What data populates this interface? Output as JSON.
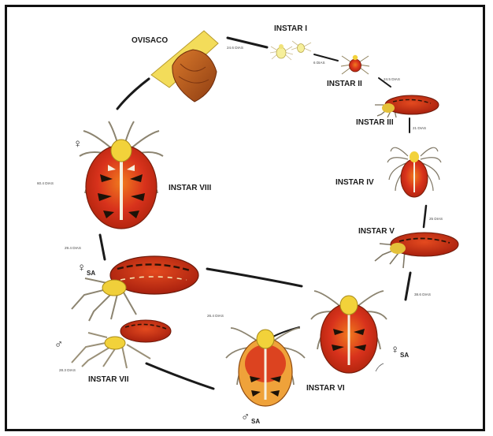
{
  "labels": {
    "ovisaco": "OVISACO",
    "instar_i": "INSTAR I",
    "instar_ii": "INSTAR II",
    "instar_iii": "INSTAR III",
    "instar_iv": "INSTAR IV",
    "instar_v": "INSTAR V",
    "instar_vi": "INSTAR VI",
    "instar_vii": "INSTAR VII",
    "instar_viii": "INSTAR VIII"
  },
  "durations": {
    "d1": "24.6 DIAS",
    "d2": "6 DIAS",
    "d3": "24.5 DIAS",
    "d4": "21 DIAS",
    "d5": "25 DIAS",
    "d6": "38.6 DIAS",
    "d7": "26.4 DIAS",
    "d8": "28.3 DIAS",
    "d9": "29.4 DIAS",
    "d10": "60.4 DIAS"
  },
  "symbols": {
    "female": "♀",
    "male": "♂",
    "female_sa": "♀",
    "male_sa": "♂",
    "sa": "SA"
  },
  "colors": {
    "abdomen_red": "#d8321c",
    "abdomen_orange": "#ee8a1e",
    "body_yellow": "#f2d23a",
    "leg_gray": "#9a9078",
    "sac_brown": "#c0631c",
    "frame": "#111111"
  }
}
